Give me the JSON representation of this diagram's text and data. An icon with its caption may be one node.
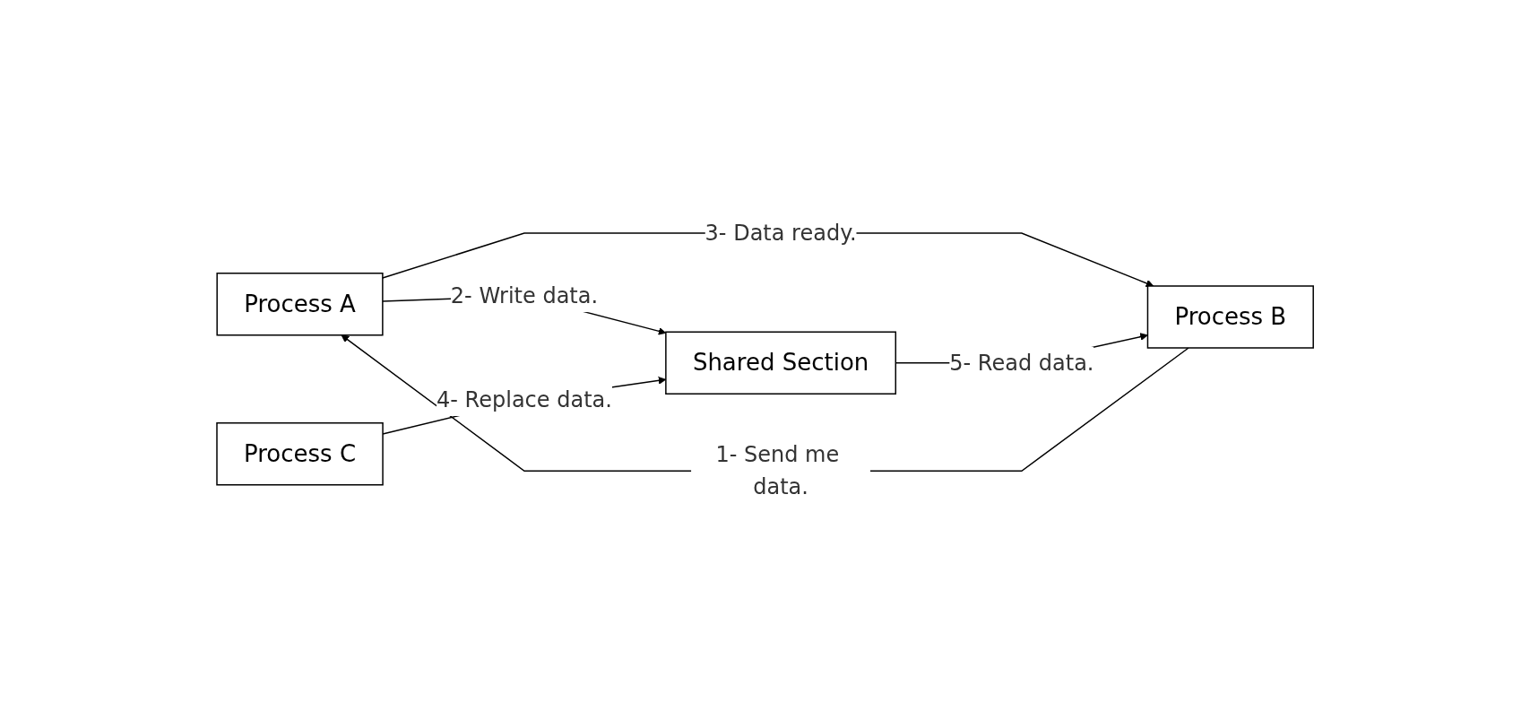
{
  "diagram": {
    "nodes": [
      {
        "text": [
          "Process A"
        ]
      },
      {
        "text": [
          "Shared Section"
        ]
      },
      {
        "text": [
          "Process B"
        ]
      },
      {
        "text": [
          "Process C"
        ]
      }
    ],
    "edges": [
      {
        "from": 2,
        "to": 0,
        "arrow": "to",
        "label": "1- Send me data."
      },
      {
        "from": 0,
        "to": 1,
        "arrow": "to",
        "label": "2- Write data."
      },
      {
        "from": 0,
        "to": 2,
        "arrow": "to",
        "label": "3- Data ready."
      },
      {
        "from": 3,
        "to": 1,
        "arrow": "to",
        "label": "4- Replace data."
      },
      {
        "from": 1,
        "to": 2,
        "arrow": "to",
        "label": "5- Read data."
      }
    ]
  }
}
